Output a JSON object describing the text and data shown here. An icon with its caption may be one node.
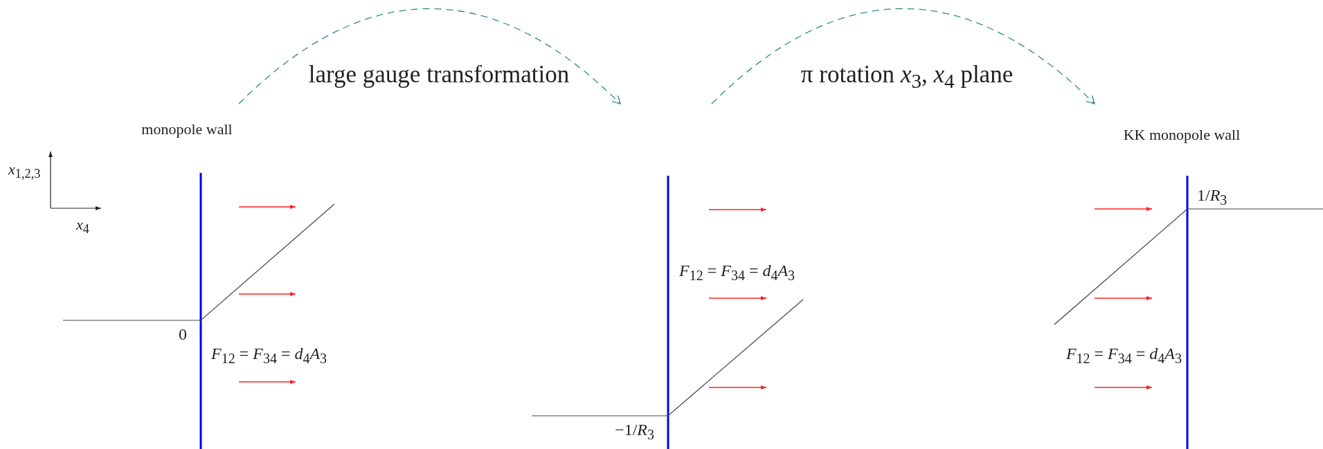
{
  "diagram": {
    "nodes": [
      {
        "text": [
          "monopole wall",
          "0",
          "*F*$_{12}$ = *F*$_{34}$ = *d*$_{4}$*A*$_{3}$"
        ]
      },
      {
        "text": [
          "*F*$_{12}$ = *F*$_{34}$ = *d*$_{4}$*A*$_{3}$",
          "−1/*R*$_{3}$"
        ]
      },
      {
        "text": [
          "KK monopole wall",
          "1/*R*$_{3}$",
          "*F*$_{12}$ = *F*$_{34}$ = *d*$_{4}$*A*$_{3}$"
        ]
      }
    ],
    "edges": [
      {
        "from": 0,
        "to": 1,
        "arrow": "to",
        "label": "large gauge transformation",
        "style": "dashed"
      },
      {
        "from": 1,
        "to": 2,
        "arrow": "to",
        "label": "π rotation *x*$_{3}$, *x*$_{4}$ plane",
        "style": "dashed"
      }
    ],
    "labels": [
      "*x*$_{1,2,3}$",
      "*x*$_{4}$"
    ]
  }
}
